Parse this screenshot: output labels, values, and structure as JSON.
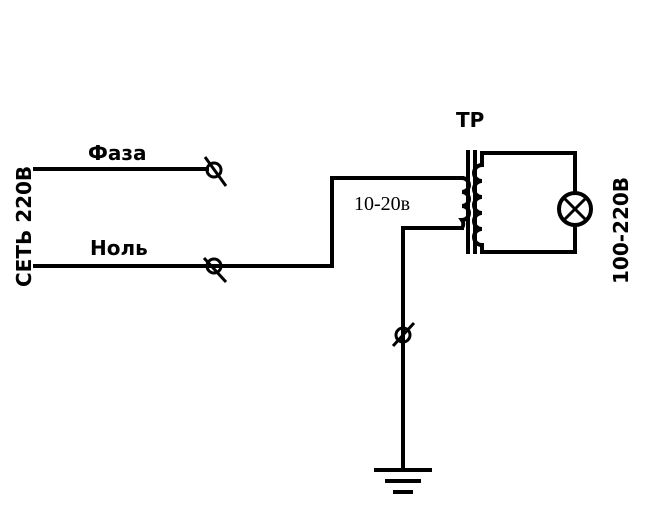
{
  "labels": {
    "network": "СЕТЬ 220В",
    "phase": "Фаза",
    "neutral": "Ноль",
    "transformer": "ТР",
    "primary_voltage": "10-20в",
    "secondary_voltage": "100-220В"
  },
  "components": {
    "lamp": "lamp-icon",
    "ground": "ground-icon",
    "terminal": "terminal-icon"
  },
  "colors": {
    "stroke": "#000000",
    "background": "#ffffff"
  }
}
